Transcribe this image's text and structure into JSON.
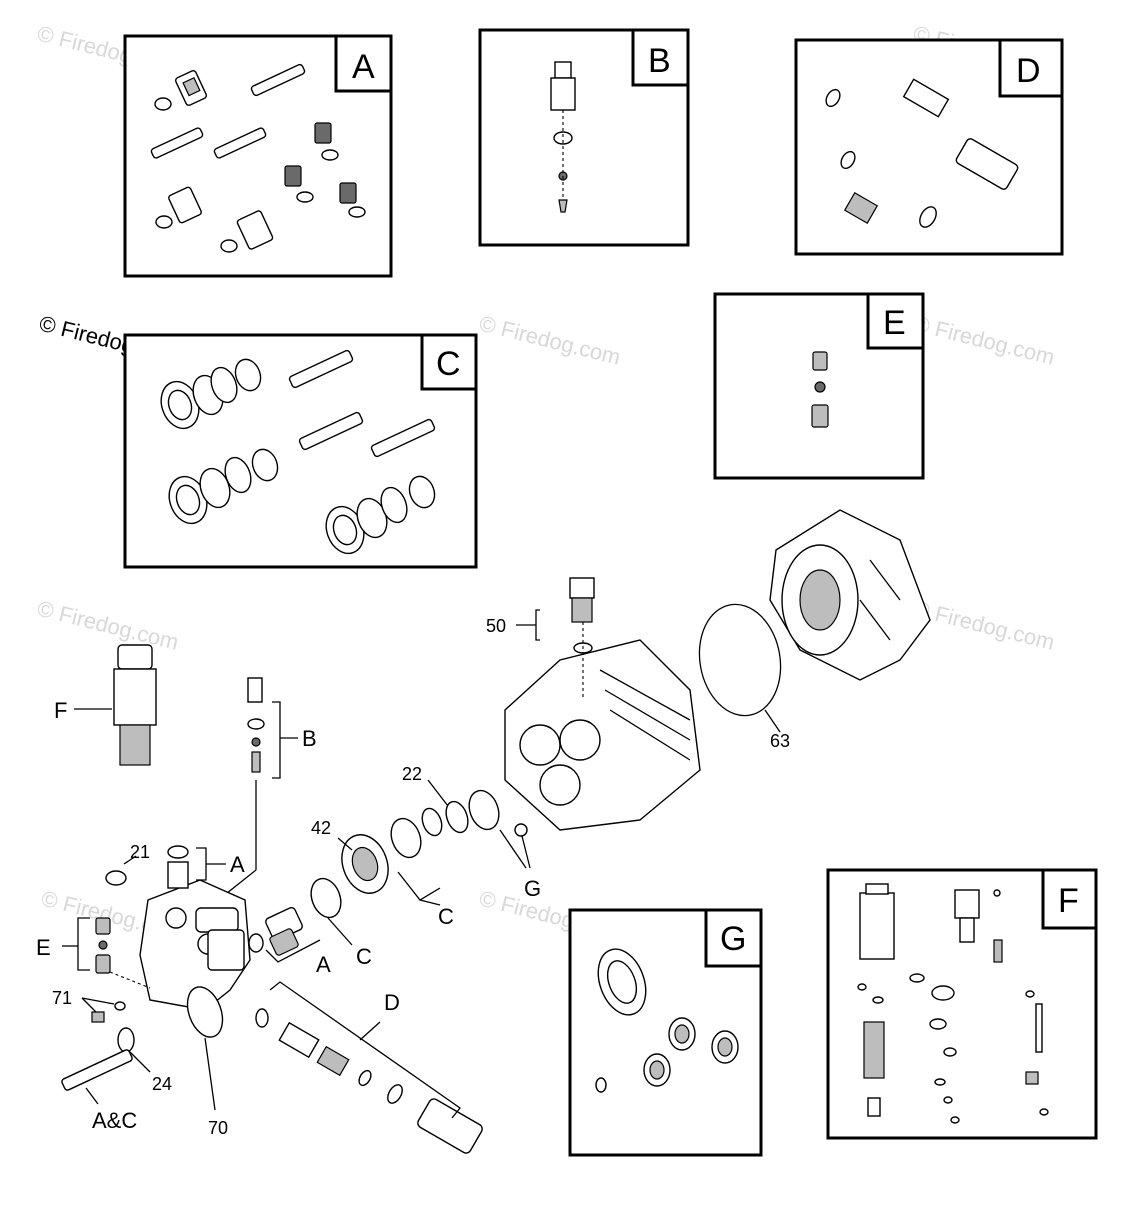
{
  "watermark": {
    "text": "© Firedog.com"
  },
  "kits": [
    {
      "id": "kit-a",
      "letter": "A"
    },
    {
      "id": "kit-b",
      "letter": "B"
    },
    {
      "id": "kit-d",
      "letter": "D"
    },
    {
      "id": "kit-e",
      "letter": "E"
    },
    {
      "id": "kit-c",
      "letter": "C"
    },
    {
      "id": "kit-g",
      "letter": "G"
    },
    {
      "id": "kit-f",
      "letter": "F"
    }
  ],
  "callouts": {
    "c50": "50",
    "c63": "63",
    "c22": "22",
    "c42": "42",
    "c21": "21",
    "cF": "F",
    "cB": "B",
    "cA_top": "A",
    "cA_low": "A",
    "cC_mid": "C",
    "cC_low": "C",
    "cG": "G",
    "cE": "E",
    "cD": "D",
    "c71": "71",
    "c24": "24",
    "c70": "70",
    "cAC": "A&C"
  }
}
